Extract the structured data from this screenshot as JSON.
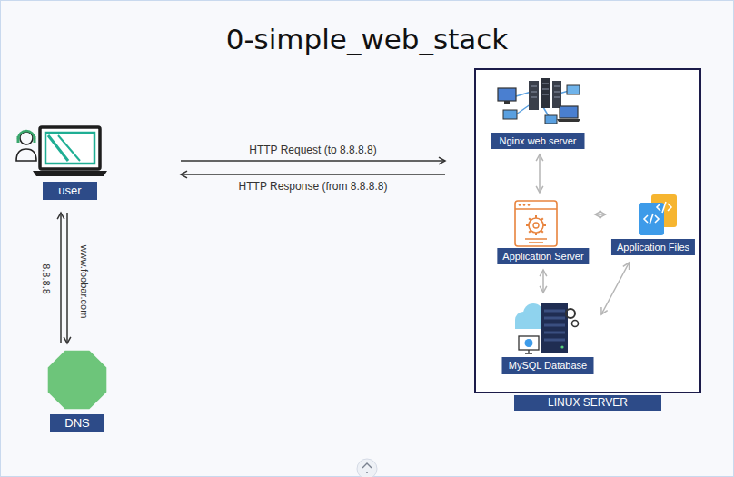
{
  "diagram": {
    "title": "0-simple_web_stack",
    "nodes": [
      {
        "text": [
          "user"
        ]
      },
      {
        "text": [
          "DNS"
        ]
      },
      {
        "text": [
          "LINUX SERVER"
        ]
      },
      {
        "text": [
          "Nginx web server"
        ],
        "in": 2
      },
      {
        "text": [
          "Application Server"
        ],
        "in": 2
      },
      {
        "text": [
          "Application Files"
        ],
        "in": 2
      },
      {
        "text": [
          "MySQL Database"
        ],
        "in": 2
      }
    ],
    "edges": [
      {
        "from": 0,
        "to": 1,
        "arrow": "both"
      },
      {
        "from": 0,
        "to": 2,
        "label": "HTTP Request (to 8.8.8.8)",
        "arrow": "to"
      },
      {
        "from": 2,
        "to": 0,
        "label": "HTTP Response (from 8.8.8.8)",
        "arrow": "to"
      },
      {
        "from": 3,
        "to": 4,
        "arrow": "both"
      },
      {
        "from": 4,
        "to": 5,
        "arrow": "both"
      },
      {
        "from": 4,
        "to": 6,
        "arrow": "both"
      },
      {
        "from": 5,
        "to": 6,
        "arrow": "both"
      }
    ],
    "labels": [
      "www.foobar.com",
      "8.8.8.8"
    ]
  }
}
